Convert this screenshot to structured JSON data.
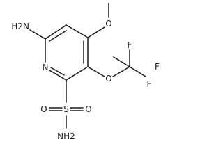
{
  "labels": {
    "amino": "H2N",
    "ring_nitrogen": "N",
    "methoxy_oxygen": "O",
    "ether_oxygen": "O",
    "fluorine_top": "F",
    "fluorine_right": "F",
    "fluorine_bottom": "F",
    "sulfur": "S",
    "sulfonyl_oxygen_left": "O",
    "sulfonyl_oxygen_right": "O",
    "sulfonamide_nh2": "NH2"
  }
}
